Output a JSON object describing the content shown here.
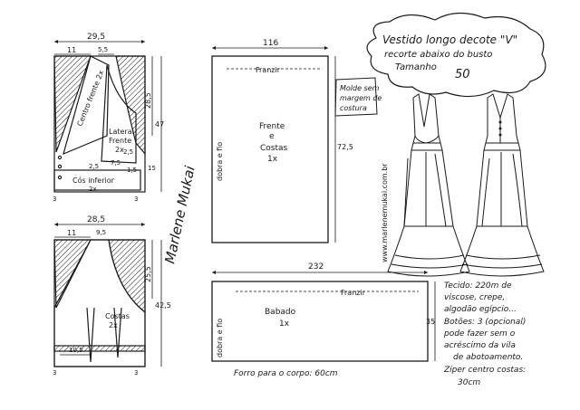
{
  "title": {
    "line1": "Vestido longo decote \"V\"",
    "line2": "recorte abaixo do busto",
    "line3": "Tamanho",
    "size": "50"
  },
  "mold_note": {
    "line1": "Molde sem",
    "line2": "margem de",
    "line3": "costura"
  },
  "website": "www.marlenemukai.com.br",
  "signature": "Marlene Mukai",
  "bodice": {
    "width": "29,5",
    "dim_left": "11",
    "dim_dart": "5,5",
    "dim_top_right": "28,5",
    "dim_side": "47",
    "dim_small": "15",
    "dim_a": "7,5",
    "dim_b": "2,5",
    "dim_c": "2,5",
    "dim_d": "1,5",
    "front_label": "Centro frente 2x",
    "lateral_label1": "Lateral",
    "lateral_label2": "Frente",
    "lateral_count": "2x",
    "waistband_label": "Cós inferior",
    "waistband_count": "2x",
    "bottom_left": "3",
    "bottom_right": "3"
  },
  "back": {
    "width": "28,5",
    "dim_left": "11",
    "dim_dart": "9,5",
    "dim_upper": "25,5",
    "dim_total": "42,5",
    "label": "Costas",
    "count": "2x",
    "dim_bottom": "10,5",
    "bottom_left": "3",
    "bottom_right": "3"
  },
  "skirt_top": {
    "width": "116",
    "gather": "Franzir",
    "fold": "dobra e fio",
    "label1": "Frente",
    "label2": "e",
    "label3": "Costas",
    "count": "1x",
    "height": "72,5"
  },
  "ruffle": {
    "width": "232",
    "gather": "Franzir",
    "fold": "dobra e fio",
    "label": "Babado",
    "count": "1x",
    "height": "35",
    "lining": "Forro para o corpo: 60cm"
  },
  "materials": [
    "Tecido: 220m de",
    "viscose, crepe,",
    "algodão egípcio...",
    "Botões: 3 (opcional)",
    "pode fazer sem o",
    "acréscimo da vila",
    "de abotoamento.",
    "Zíper centro costas:",
    "30cm"
  ],
  "colors": {
    "ink": "#1a1a1a",
    "paper": "#ffffff"
  }
}
